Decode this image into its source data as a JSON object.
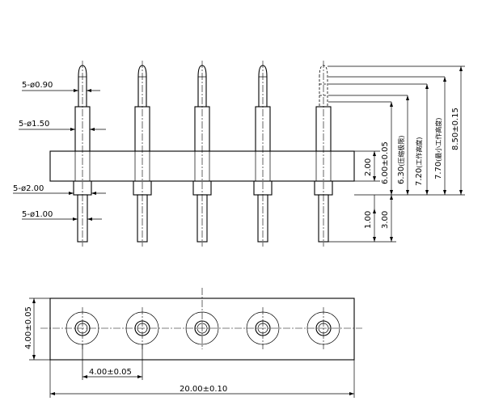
{
  "front_view": {
    "dims_left": {
      "tip_diameter": "5-ø0.90",
      "plunger_diameter": "5-ø1.50",
      "shoulder_diameter": "5-ø2.00",
      "tail_diameter": "5-ø1.00"
    },
    "dims_right": {
      "insulator_height": "2.00",
      "tail_length": "1.00",
      "tail_total": "3.00",
      "height_600": "6.00±0.05",
      "height_630": "6.30",
      "height_630_note": "(压缩极限)",
      "height_720": "7.20",
      "height_720_note": "(工作高度)",
      "height_770": "7.70",
      "height_770_note": "(最小工作高度)",
      "height_850": "8.50±0.15"
    }
  },
  "top_view": {
    "width_dim": "4.00±0.05",
    "pitch_dim": "4.00±0.05",
    "length_dim": "20.00±0.10"
  }
}
